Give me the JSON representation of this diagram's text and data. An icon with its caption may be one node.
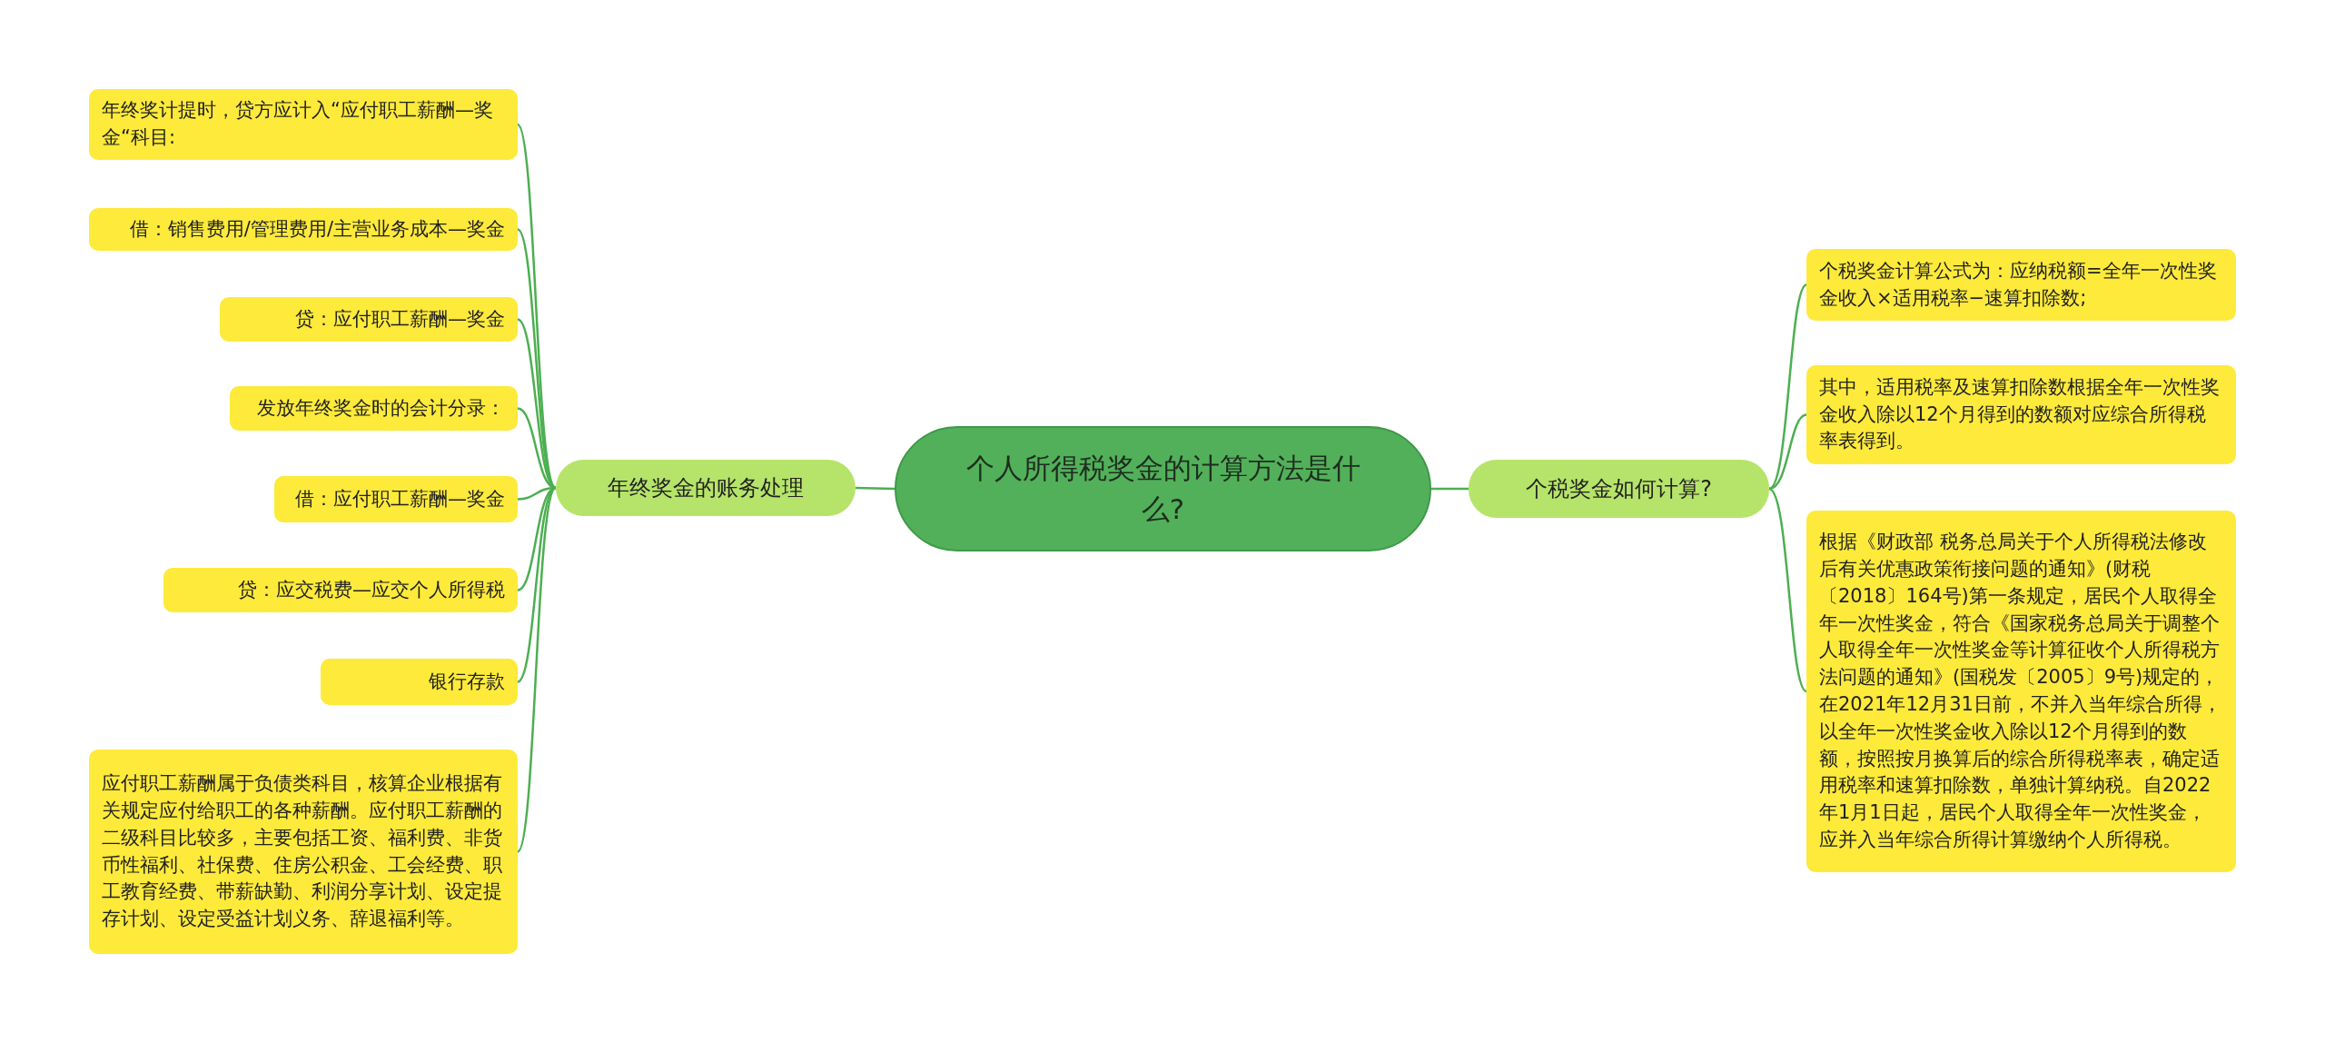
{
  "diagram": {
    "nodes": [
      {
        "text": [
          "个人所得税奖金的计算方法是什么?"
        ]
      },
      {
        "text": [
          "年终奖金的账务处理"
        ]
      },
      {
        "text": [
          "年终奖计提时，贷方应计入“应付职工薪酬—奖金“科目:"
        ]
      },
      {
        "text": [
          "借：销售费用/管理费用/主营业务成本—奖金"
        ]
      },
      {
        "text": [
          "贷：应付职工薪酬—奖金"
        ]
      },
      {
        "text": [
          "发放年终奖金时的会计分录："
        ]
      },
      {
        "text": [
          "借：应付职工薪酬—奖金"
        ]
      },
      {
        "text": [
          "贷：应交税费—应交个人所得税"
        ]
      },
      {
        "text": [
          "银行存款"
        ]
      },
      {
        "text": [
          "应付职工薪酬属于负债类科目，核算企业根据有关规定应付给职工的各种薪酬。应付职工薪酬的二级科目比较多，主要包括工资、福利费、非货币性福利、社保费、住房公积金、工会经费、职工教育经费、带薪缺勤、利润分享计划、设定提存计划、设定受益计划义务、辞退福利等。"
        ]
      },
      {
        "text": [
          "个税奖金如何计算?"
        ]
      },
      {
        "text": [
          "个税奖金计算公式为：应纳税额=全年一次性奖金收入×适用税率−速算扣除数;"
        ]
      },
      {
        "text": [
          "其中，适用税率及速算扣除数根据全年一次性奖金收入除以12个月得到的数额对应综合所得税率表得到。"
        ]
      },
      {
        "text": [
          "根据《财政部 税务总局关于个人所得税法修改后有关优惠政策衔接问题的通知》(财税〔2018〕164号)第一条规定，居民个人取得全年一次性奖金，符合《国家税务总局关于调整个人取得全年一次性奖金等计算征收个人所得税方法问题的通知》(国税发〔2005〕9号)规定的，在2021年12月31日前，不并入当年综合所得，以全年一次性奖金收入除以12个月得到的数额，按照按月换算后的综合所得税率表，确定适用税率和速算扣除数，单独计算纳税。自2022年1月1日起，居民个人取得全年一次性奖金，应并入当年综合所得计算缴纳个人所得税。"
        ]
      }
    ],
    "edges": [
      {
        "from": 0,
        "to": 1,
        "arrow": "none"
      },
      {
        "from": 1,
        "to": 2,
        "arrow": "none"
      },
      {
        "from": 1,
        "to": 3,
        "arrow": "none"
      },
      {
        "from": 1,
        "to": 4,
        "arrow": "none"
      },
      {
        "from": 1,
        "to": 5,
        "arrow": "none"
      },
      {
        "from": 1,
        "to": 6,
        "arrow": "none"
      },
      {
        "from": 1,
        "to": 7,
        "arrow": "none"
      },
      {
        "from": 1,
        "to": 8,
        "arrow": "none"
      },
      {
        "from": 1,
        "to": 9,
        "arrow": "none"
      },
      {
        "from": 0,
        "to": 10,
        "arrow": "none"
      },
      {
        "from": 10,
        "to": 11,
        "arrow": "none"
      },
      {
        "from": 10,
        "to": 12,
        "arrow": "none"
      },
      {
        "from": 10,
        "to": 13,
        "arrow": "none"
      }
    ]
  }
}
